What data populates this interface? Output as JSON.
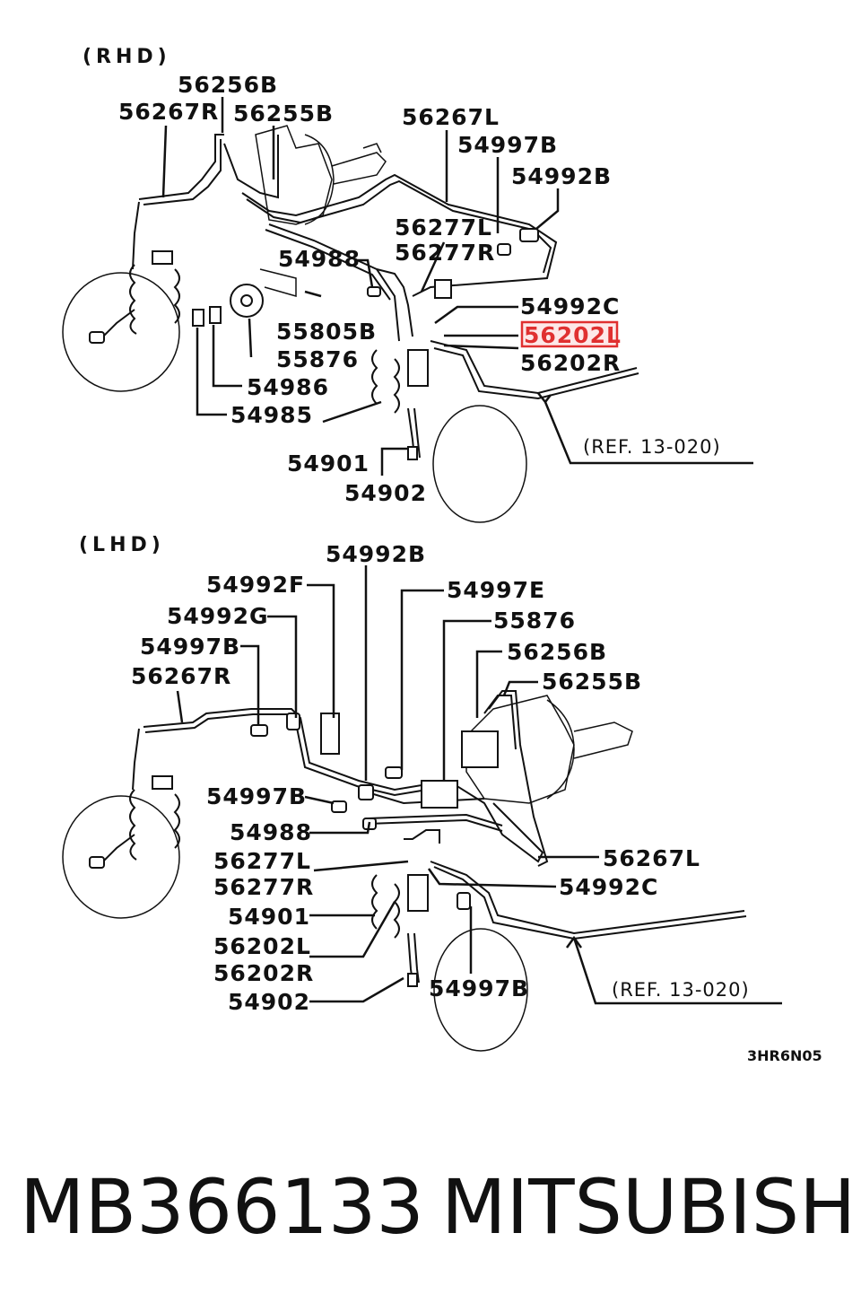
{
  "rhd": {
    "title": "(RHD)",
    "labels": {
      "l56256B": "56256B",
      "l56267R": "56267R",
      "l56255B": "56255B",
      "l56267L": "56267L",
      "l54997B": "54997B",
      "l54992B": "54992B",
      "l56277L": "56277L",
      "l56277R": "56277R",
      "l54988": "54988",
      "l54992C": "54992C",
      "l56202L": "56202L",
      "l56202R": "56202R",
      "l55805B": "55805B",
      "l55876": "55876",
      "l54986": "54986",
      "l54985": "54985",
      "l54901": "54901",
      "l54902": "54902"
    },
    "ref": "(REF. 13-020)"
  },
  "lhd": {
    "title": "(LHD)",
    "labels": {
      "l54992B": "54992B",
      "l54992F": "54992F",
      "l54997E": "54997E",
      "l54992G": "54992G",
      "l55876": "55876",
      "l54997B_a": "54997B",
      "l56256B": "56256B",
      "l56267R": "56267R",
      "l56255B": "56255B",
      "l54997B_b": "54997B",
      "l54988": "54988",
      "l56267L": "56267L",
      "l56277L": "56277L",
      "l56277R": "56277R",
      "l54992C": "54992C",
      "l54901": "54901",
      "l56202L": "56202L",
      "l56202R": "56202R",
      "l54997B_c": "54997B",
      "l54902": "54902"
    },
    "ref": "(REF. 13-020)"
  },
  "drawing_code": "3HR6N05",
  "highlight": {
    "color": "#e03030",
    "label": "56202L"
  },
  "footer": {
    "part_number": "MB366133",
    "brand": "MITSUBISHI"
  }
}
